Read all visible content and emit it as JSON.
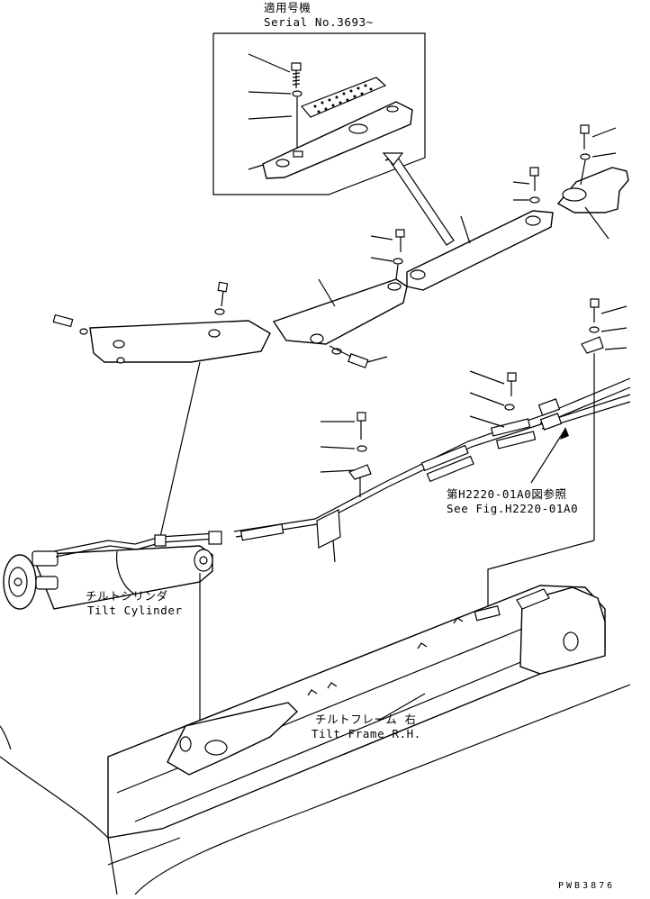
{
  "inset": {
    "title_jp": "適用号機",
    "title_en": "Serial No.3693~"
  },
  "labels": {
    "tilt_cylinder_jp": "チルトシリンダ",
    "tilt_cylinder_en": "Tilt Cylinder",
    "tilt_frame_jp": "チルトフレーム 右",
    "tilt_frame_en": "Tilt Frame R.H.",
    "ref_jp": "第H2220-01A0図参照",
    "ref_en": "See Fig.H2220-01A0"
  },
  "drawing_code": "PWB3876"
}
